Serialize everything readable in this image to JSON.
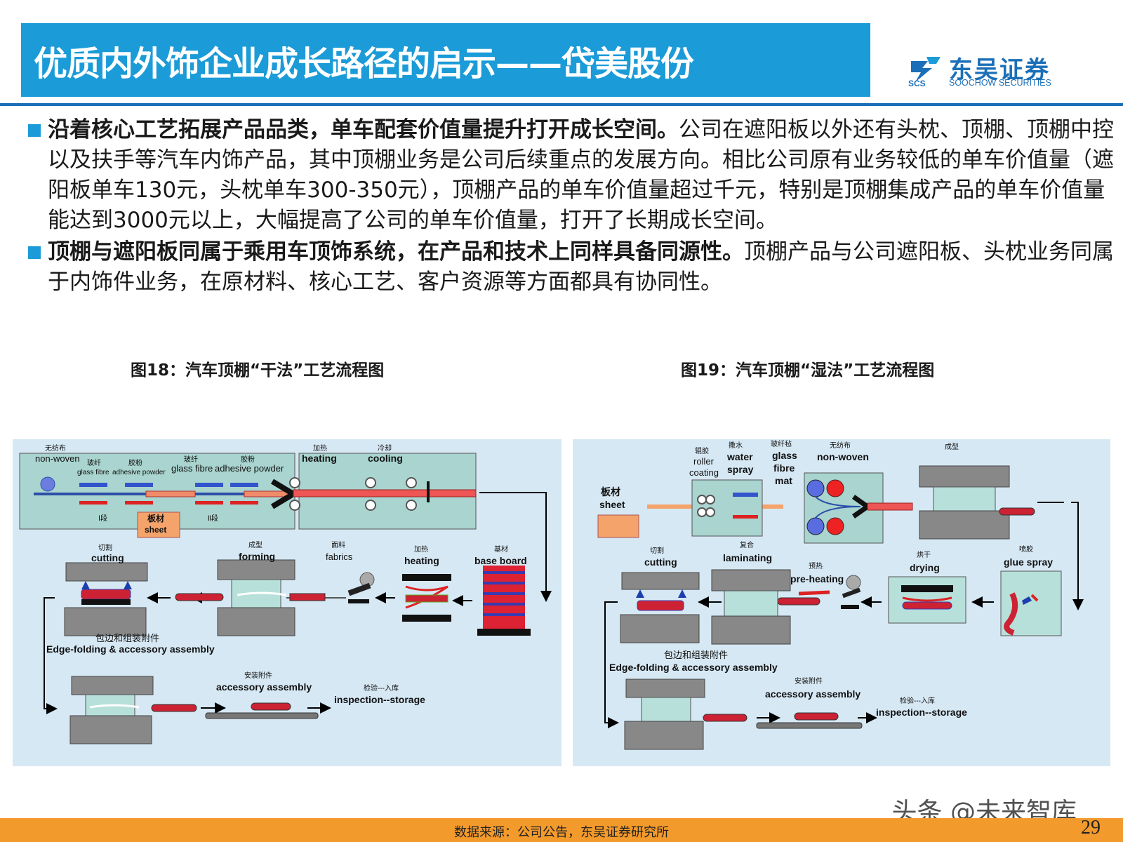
{
  "header": {
    "title": "优质内外饰企业成长路径的启示——岱美股份",
    "logo_cn": "东吴证券",
    "logo_en": "SOOCHOW SECURITIES",
    "logo_abbr": "SCS"
  },
  "colors": {
    "title_bg": "#1b9bd7",
    "rule": "#1b6fb8",
    "footer": "#f39a2c",
    "panel_bg": "#d6e8f4"
  },
  "bullets": [
    {
      "bold": "沿着核心工艺拓展产品品类，单车配套价值量提升打开成长空间。",
      "text": "公司在遮阳板以外还有头枕、顶棚、顶棚中控以及扶手等汽车内饰产品，其中顶棚业务是公司后续重点的发展方向。相比公司原有业务较低的单车价值量（遮阳板单车130元，头枕单车300-350元），顶棚产品的单车价值量超过千元，特别是顶棚集成产品的单车价值量能达到3000元以上，大幅提高了公司的单车价值量，打开了长期成长空间。"
    },
    {
      "bold": "顶棚与遮阳板同属于乘用车顶饰系统，在产品和技术上同样具备同源性。",
      "text": "顶棚产品与公司遮阳板、头枕业务同属于内饰件业务，在原材料、核心工艺、客户资源等方面都具有协同性。"
    }
  ],
  "figures": [
    {
      "caption": "图18：汽车顶棚“干法”工艺流程图",
      "labels": {
        "nonwoven_cn": "无纺布",
        "nonwoven_en": "non-woven",
        "glass1_cn": "玻纤",
        "glass1_en": "glass fibre",
        "adh1_cn": "胶粉",
        "adh1_en": "adhesive powder",
        "glass2_cn": "玻纤",
        "glass2_en": "glass fibre",
        "adh2_cn": "胶粉",
        "adh2_en": "adhesive powder",
        "heating_cn": "加热",
        "heating_en": "heating",
        "cooling_cn": "冷却",
        "cooling_en": "cooling",
        "stage1": "Ⅰ段",
        "stage2": "Ⅱ段",
        "sheet_cn": "板材",
        "sheet_en": "sheet",
        "cutting_cn": "切割",
        "cutting_en": "cutting",
        "forming_cn": "成型",
        "forming_en": "forming",
        "fabrics_cn": "面料",
        "fabrics_en": "fabrics",
        "heat2_cn": "加热",
        "heat2_en": "heating",
        "base_cn": "基材",
        "base_en": "base board",
        "edge_cn": "包边和组装附件",
        "edge_en": "Edge-folding & accessory assembly",
        "acc_cn": "安装附件",
        "acc_en": "accessory assembly",
        "insp_cn": "检验---入库",
        "insp_en": "inspection--storage"
      }
    },
    {
      "caption": "图19：汽车顶棚“湿法”工艺流程图",
      "labels": {
        "sheet_cn": "板材",
        "sheet_en": "sheet",
        "roller_cn": "辊胶",
        "roller_en1": "roller",
        "roller_en2": "coating",
        "water_cn": "撒水",
        "water_en1": "water",
        "water_en2": "spray",
        "glass_cn": "玻纤毡",
        "glass_en1": "glass",
        "glass_en2": "fibre",
        "glass_en3": "mat",
        "nonwoven_cn": "无纺布",
        "nonwoven_en": "non-woven",
        "forming_cn": "成型",
        "cutting_cn": "切割",
        "cutting_en": "cutting",
        "lam_cn": "复合",
        "lam_en": "laminating",
        "pre_cn": "预热",
        "pre_en": "pre-heating",
        "dry_cn": "烘干",
        "dry_en": "drying",
        "glue_cn": "喷胶",
        "glue_en": "glue spray",
        "edge_cn": "包边和组装附件",
        "edge_en": "Edge-folding & accessory assembly",
        "acc_cn": "安装附件",
        "acc_en": "accessory assembly",
        "insp_cn": "检验---入库",
        "insp_en": "inspection--storage"
      }
    }
  ],
  "footer": {
    "source": "数据来源：公司公告，东吴证券研究所",
    "page": "29",
    "watermark": "头条 @未来智库"
  }
}
